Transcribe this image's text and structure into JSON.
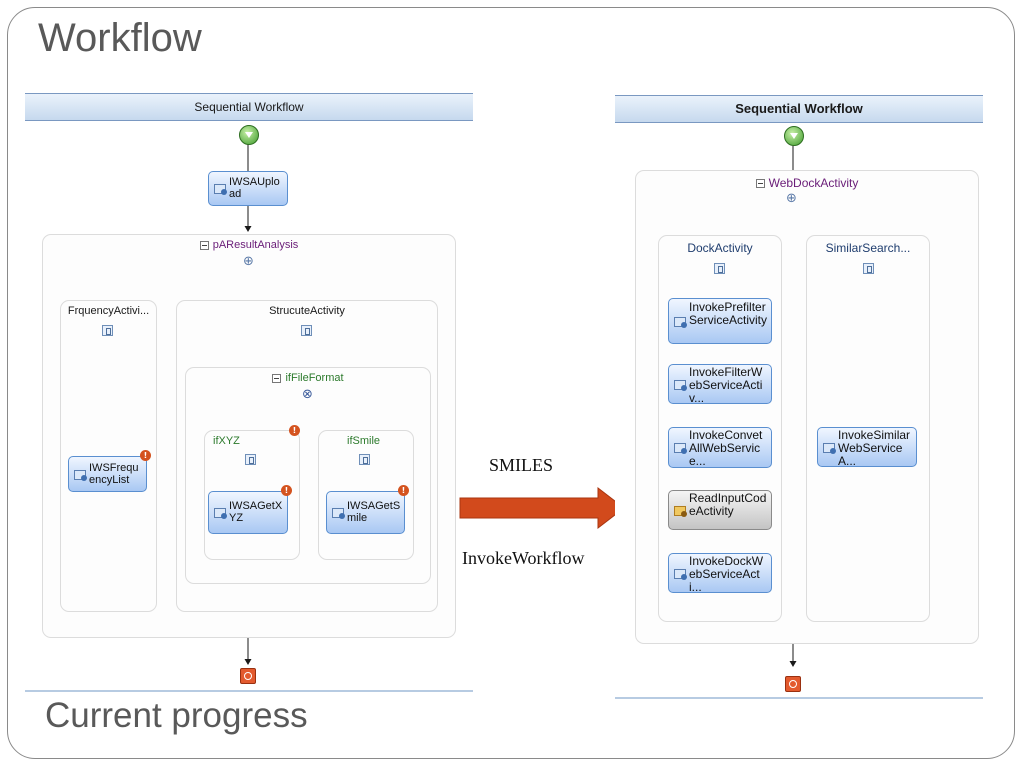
{
  "slide": {
    "title": "Workflow",
    "footer": "Current progress"
  },
  "colors": {
    "flow_purple": "#7b1a7b",
    "flow_navy": "#1f2f7a",
    "flow_green": "#2e8b2e",
    "arrow": "#d24a1c"
  },
  "left_workflow": {
    "header": "Sequential Workflow",
    "first_activity": "IWSAUpload",
    "parallel": {
      "title": "pAResultAnalysis",
      "branch_1": {
        "title": "FrquencyActivi...",
        "activity": "IWSFrequencyList"
      },
      "branch_2": {
        "title": "StrucuteActivity",
        "ifelse": {
          "title": "ifFileFormat",
          "branch_1": {
            "title": "ifXYZ",
            "activity": "IWSAGetXYZ"
          },
          "branch_2": {
            "title": "ifSmile",
            "activity": "IWSAGetSmile"
          }
        }
      }
    }
  },
  "middle": {
    "label_top": "SMILES",
    "label_bottom": "InvokeWorkflow"
  },
  "right_workflow": {
    "header": "Sequential Workflow",
    "parallel": {
      "title": "WebDockActivity",
      "branch_1": {
        "title": "DockActivity",
        "activities": [
          "InvokePrefilterServiceActivity",
          "InvokeFilterWebServiceActiv...",
          "InvokeConvetAllWebService...",
          "ReadInputCodeActivity",
          "InvokeDockWebServiceActi..."
        ]
      },
      "branch_2": {
        "title": "SimilarSearch...",
        "activity": "InvokeSimilarWebServiceA..."
      }
    }
  }
}
